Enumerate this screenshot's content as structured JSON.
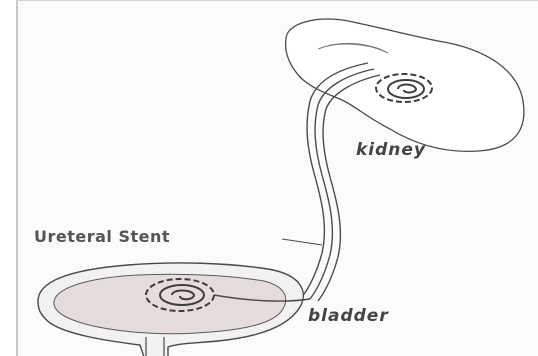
{
  "labels": {
    "stent": "Ureteral Stent",
    "kidney": "kidney",
    "bladder": "bladder"
  },
  "colors": {
    "background": "#fbfbfb",
    "line": "#4a4a4a",
    "bladder_fill": "#e6dcdc",
    "kidney_fill": "#ffffff"
  }
}
